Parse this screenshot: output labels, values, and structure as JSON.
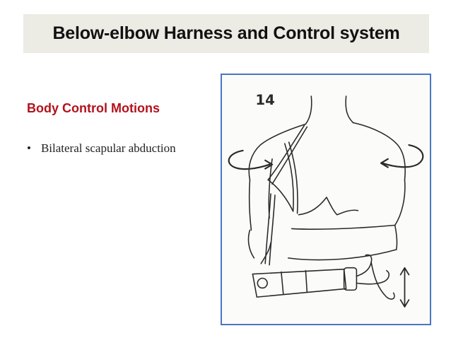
{
  "slide": {
    "title": "Below-elbow Harness and Control system",
    "subtitle": "Body Control Motions",
    "bullets": [
      {
        "marker": "•",
        "text": "Bilateral scapular abduction"
      }
    ]
  },
  "figure": {
    "label": "14",
    "colors": {
      "frame": "#4a76c2",
      "ink": "#2a2a2a"
    }
  },
  "colors": {
    "title_bg": "#ecebe4",
    "subtitle": "#b3121b"
  }
}
